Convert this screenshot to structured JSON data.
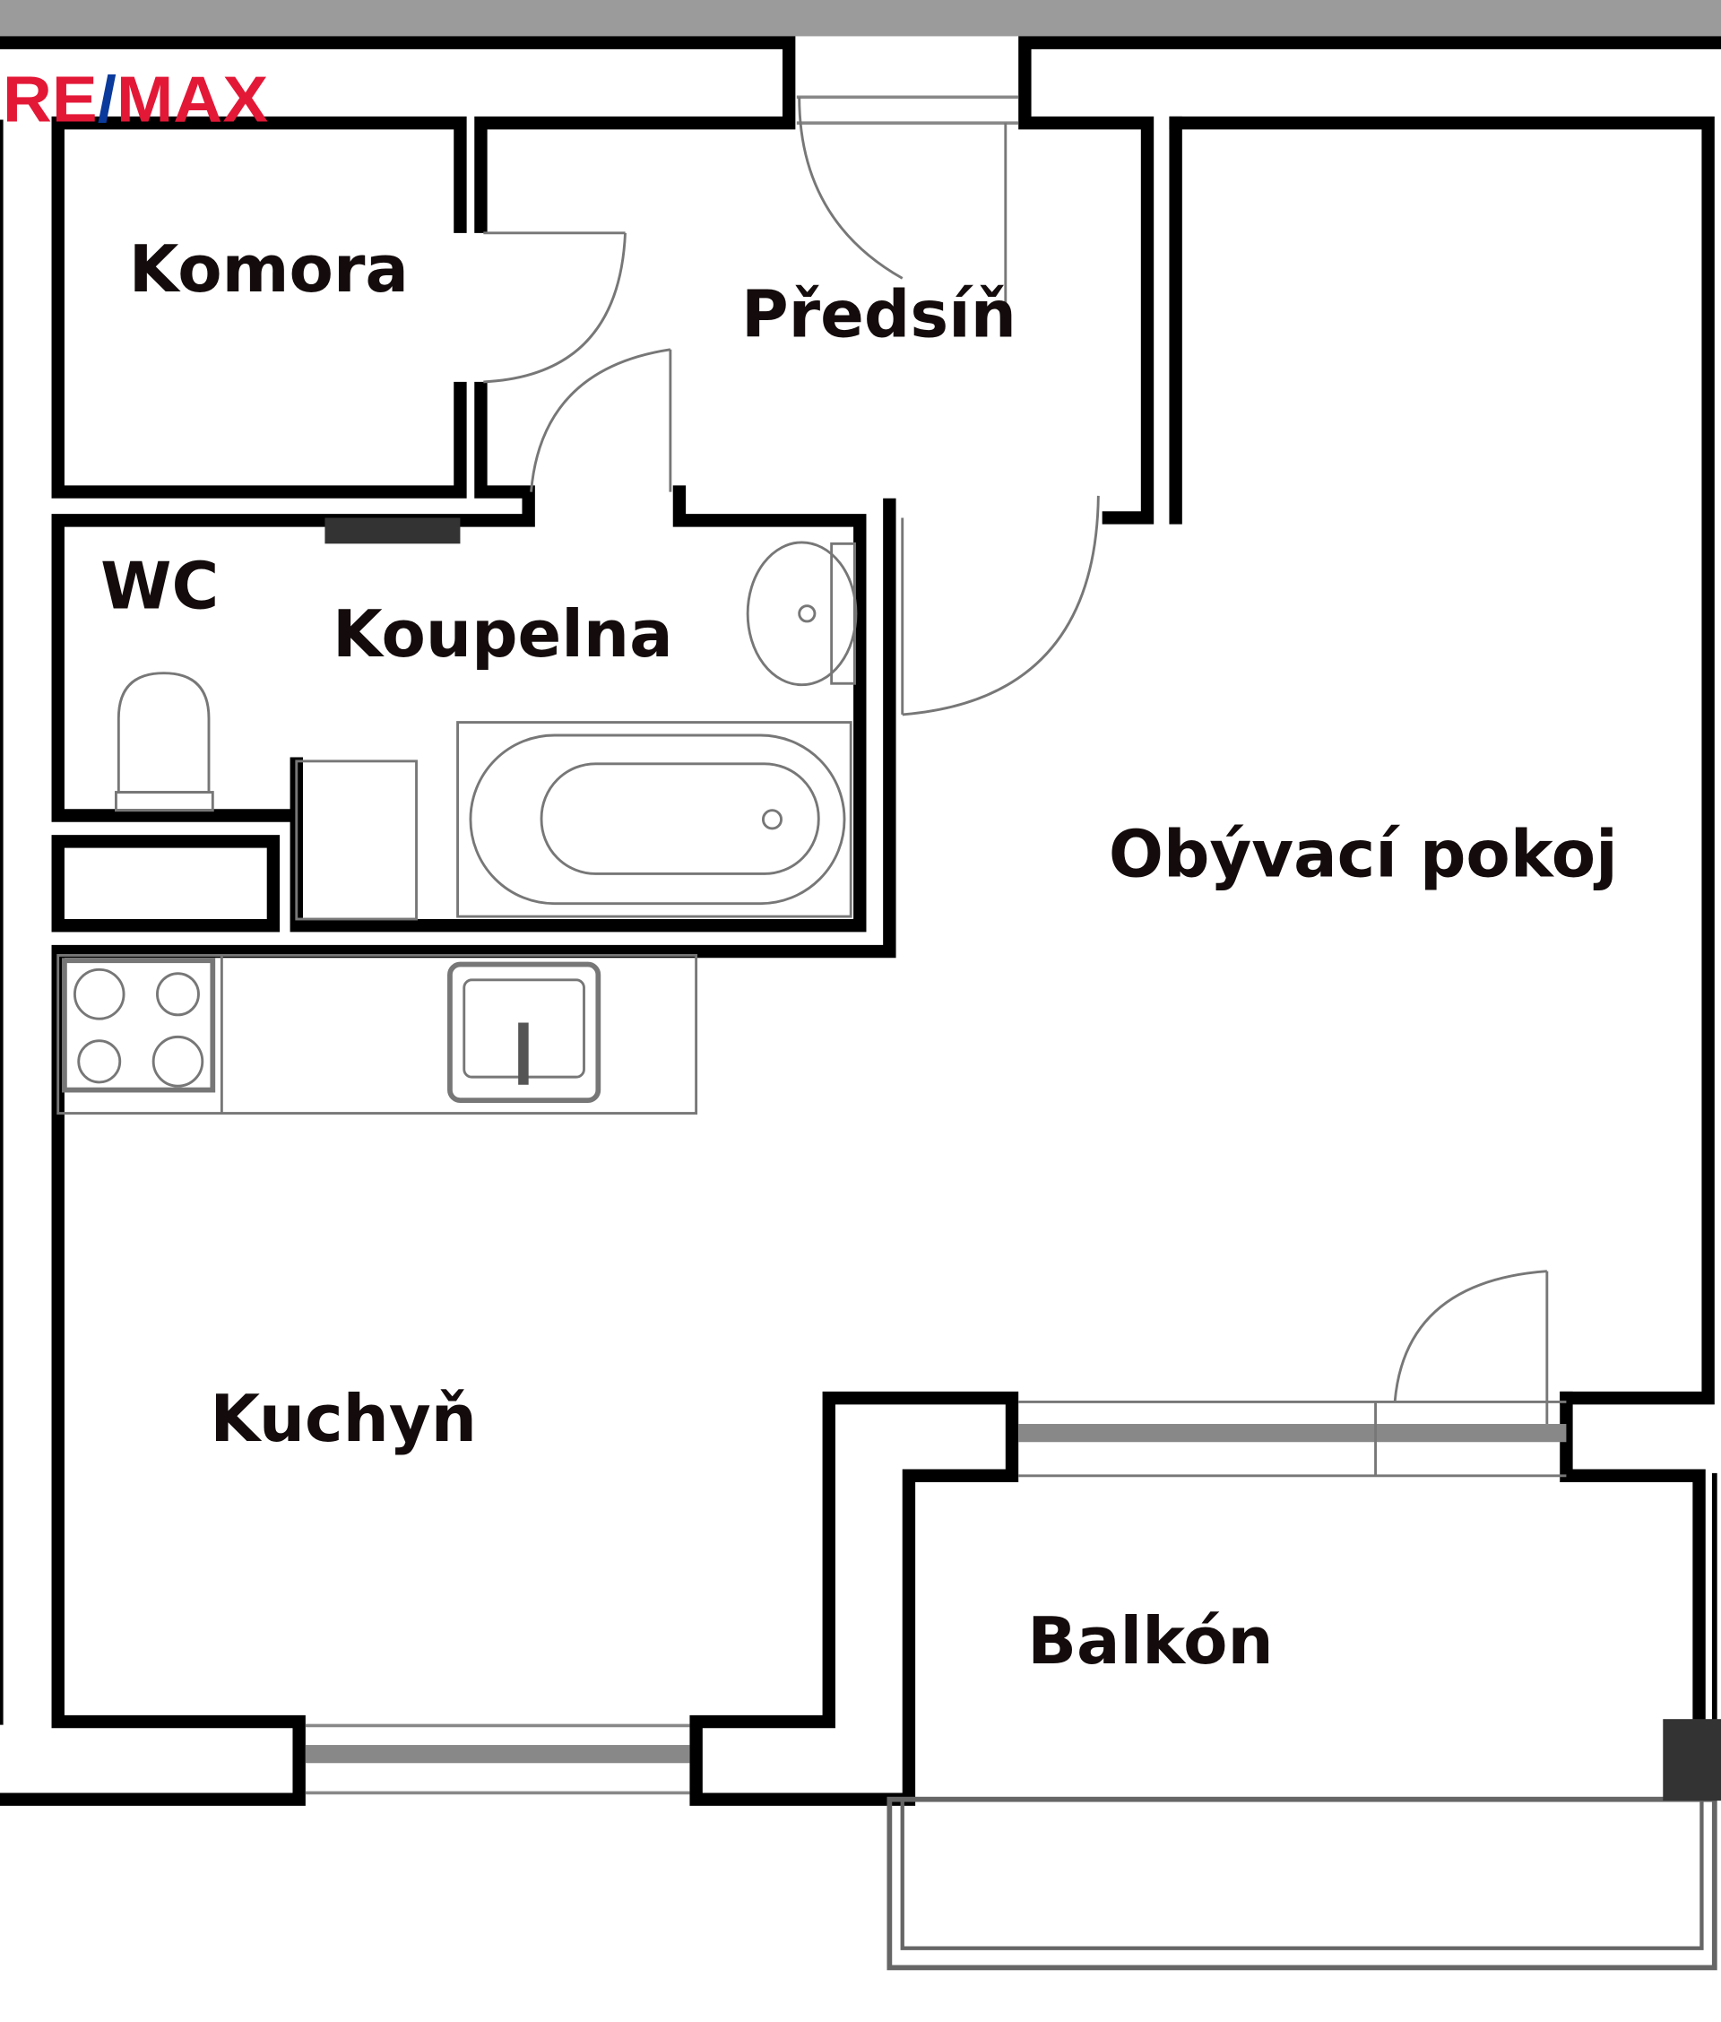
{
  "logo": {
    "text": "RE/MAX",
    "part1": "RE",
    "slash": "/",
    "part2": "MAX",
    "red": "#e31837",
    "blue": "#0a3a9c"
  },
  "rooms": {
    "komora": "Komora",
    "predsin": "Předsíň",
    "wc": "WC",
    "koupelna": "Koupelna",
    "obyvaci_pokoj": "Obývací pokoj",
    "kuchyn": "Kuchyň",
    "balkon": "Balkón"
  }
}
